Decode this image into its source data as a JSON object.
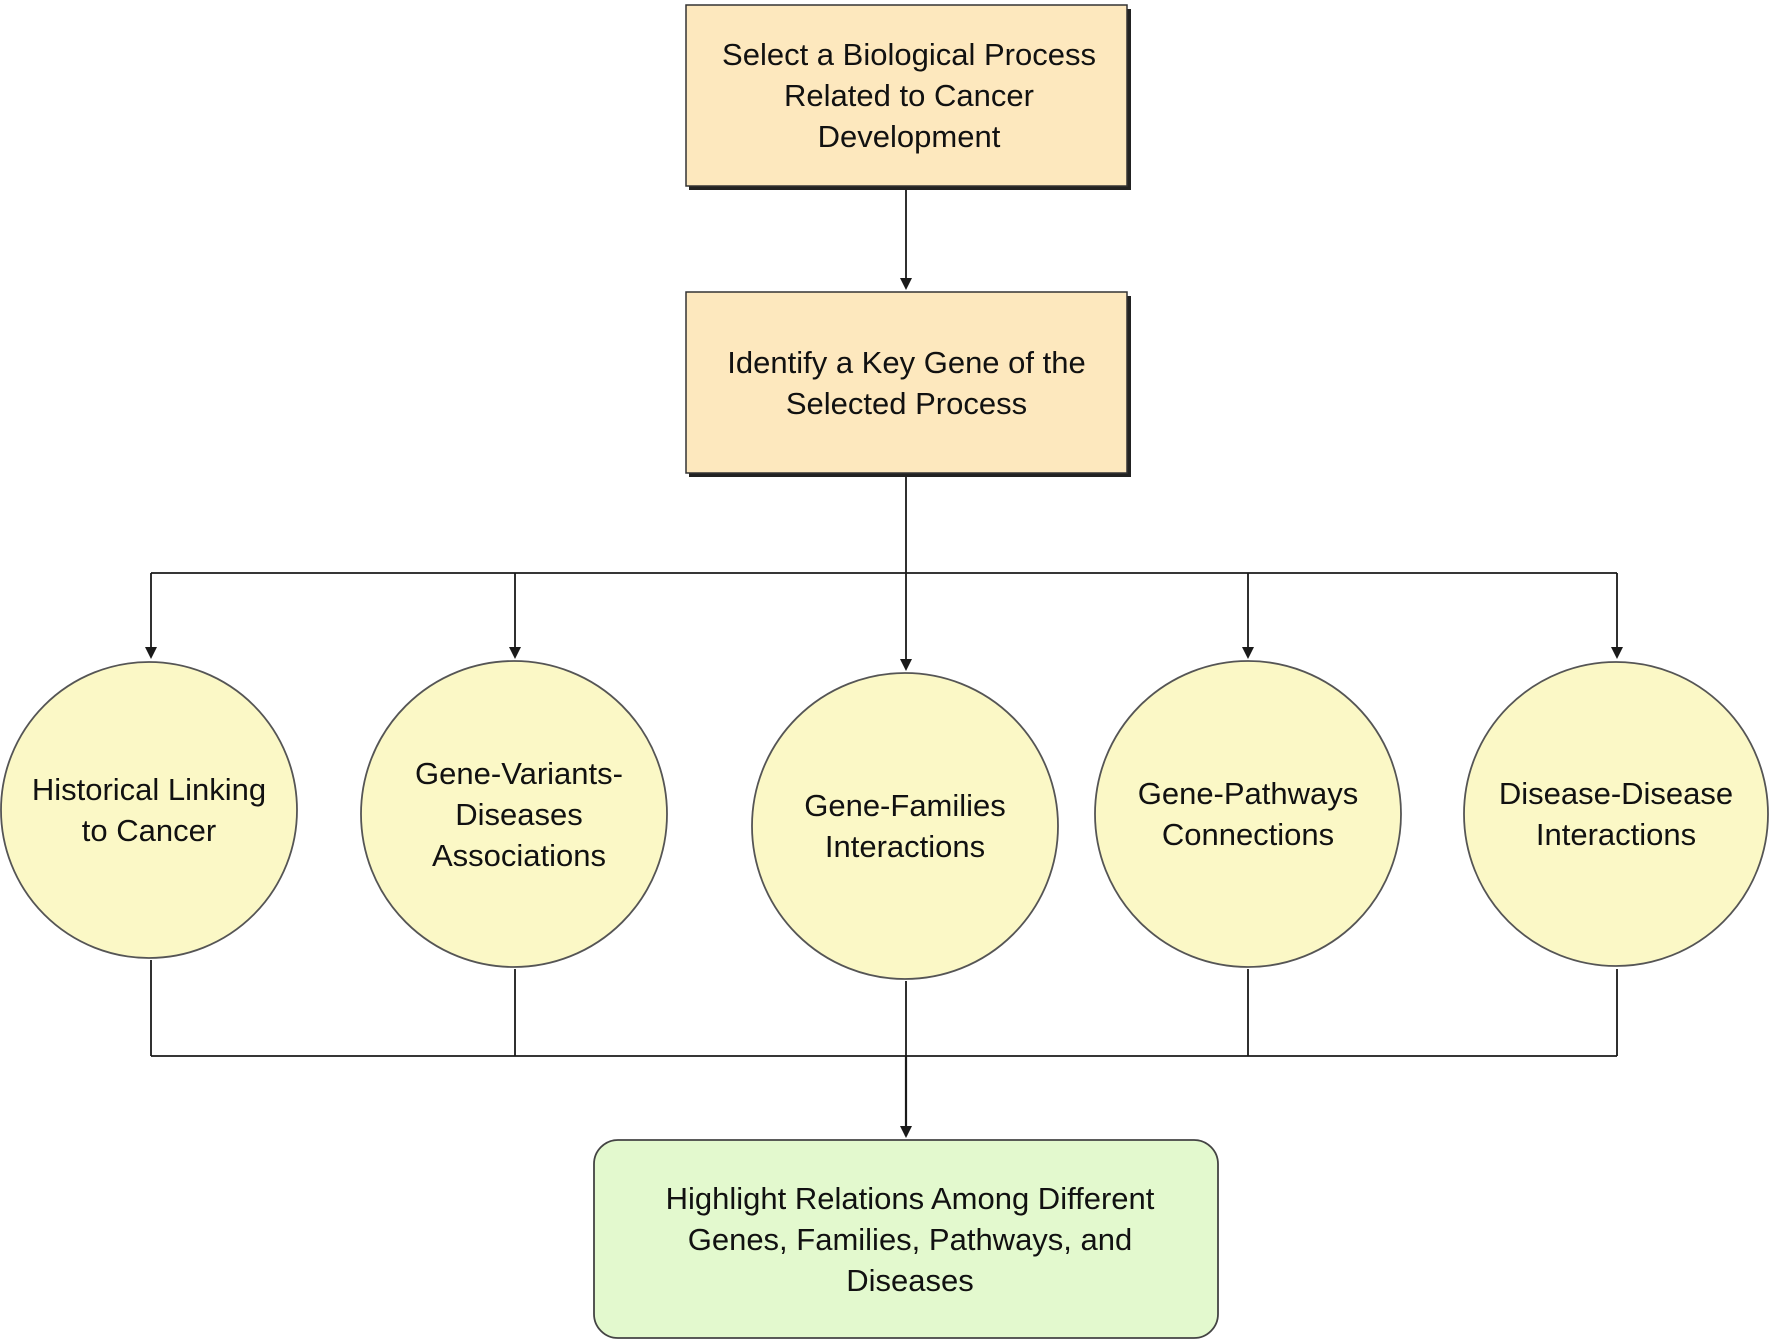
{
  "colors": {
    "box_fill": "#fde8be",
    "box_stroke": "#222222",
    "circle_fill": "#fbf8c6",
    "circle_stroke": "#555555",
    "final_fill": "#e3f9ce",
    "final_stroke": "#444444",
    "connector": "#1a1a1a"
  },
  "nodes": {
    "select_process": "Select a Biological Process\nRelated to Cancer\nDevelopment",
    "identify_gene": "Identify a Key Gene of the\nSelected Process",
    "historical_linking": "Historical Linking\nto Cancer",
    "gene_variants": "Gene-Variants-\nDiseases\nAssociations",
    "gene_families": "Gene-Families\nInteractions",
    "gene_pathways": "Gene-Pathways\nConnections",
    "disease_disease": "Disease-Disease\nInteractions",
    "highlight_relations": "Highlight Relations Among Different\nGenes, Families, Pathways, and\nDiseases"
  }
}
